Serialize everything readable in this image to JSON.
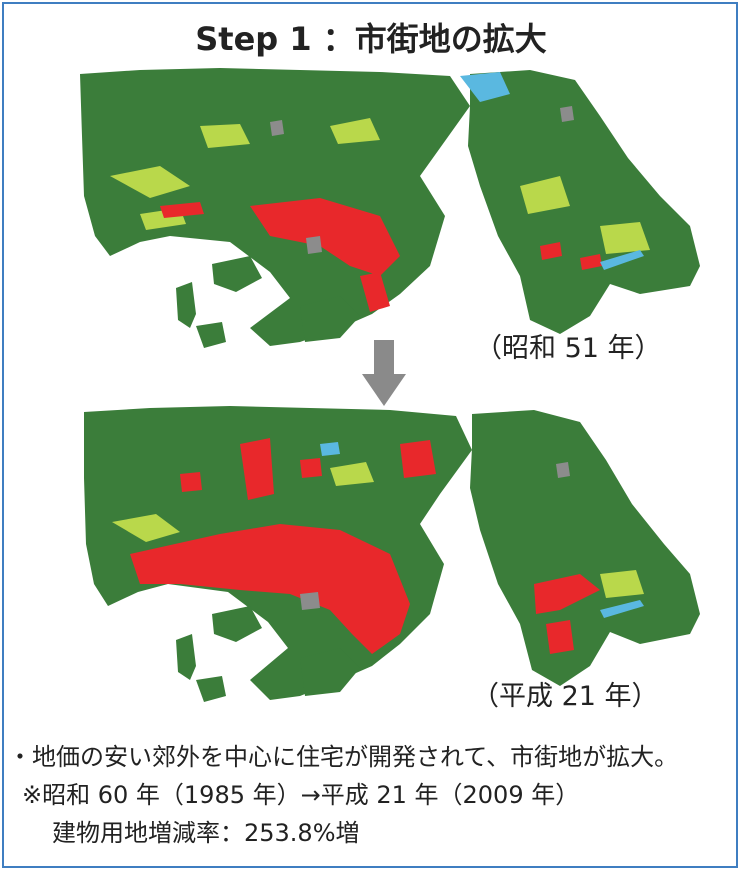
{
  "title": "Step 1 ：市街地の拡大",
  "maps": [
    {
      "label": "（昭和 51 年）",
      "urban_level": "low"
    },
    {
      "label": "（平成 21 年）",
      "urban_level": "high"
    }
  ],
  "notes": [
    "・地価の安い郊外を中心に住宅が開発されて、市街地が拡大。",
    "※昭和 60 年（1985 年）→平成 21 年（2009 年）",
    "建物用地増減率：253.8%増"
  ],
  "colors": {
    "frame": "#3f7ec1",
    "forest": "#3b7d3a",
    "farmland": "#b9d84b",
    "urban": "#e8282b",
    "other_land": "#8c8c8c",
    "water": "#5ab8e0",
    "arrow": "#8a8a8a"
  }
}
